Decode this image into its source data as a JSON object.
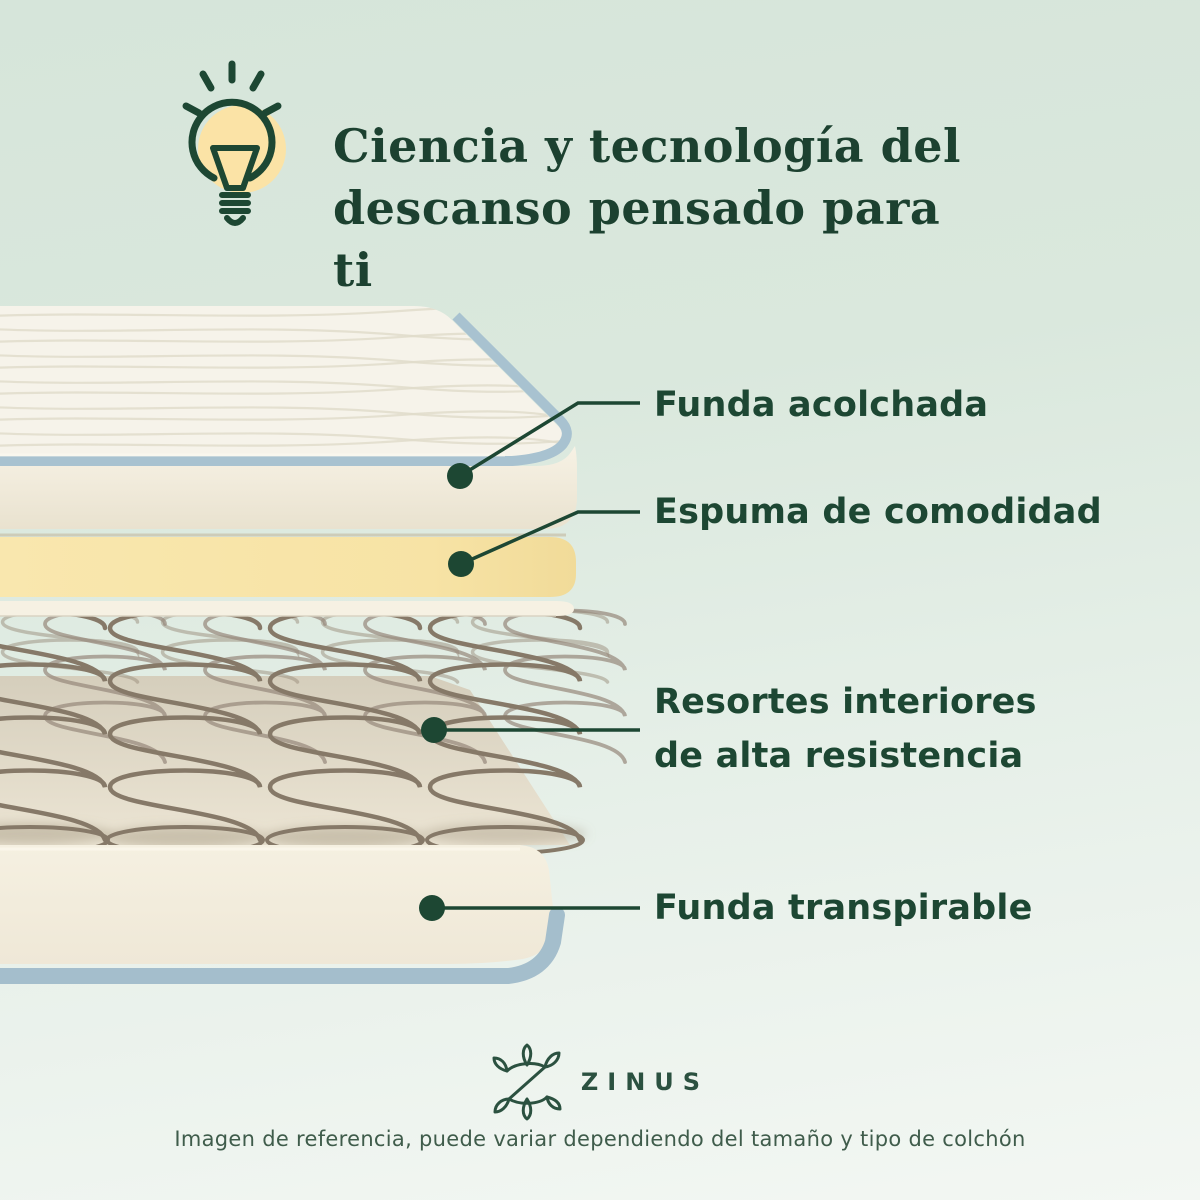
{
  "header": {
    "title": "Ciencia y tecnología del\ndescanso pensado para ti"
  },
  "callouts": [
    {
      "label": "Funda acolchada"
    },
    {
      "label": "Espuma de comodidad"
    },
    {
      "label": "Resortes interiores\nde alta resistencia"
    },
    {
      "label": "Funda transpirable"
    }
  ],
  "footer": {
    "brand": "ZINUS",
    "disclaimer": "Imagen de referencia, puede variar dependiendo del tamaño y tipo de colchón"
  },
  "colors": {
    "accent_green": "#1d4733",
    "title_green": "#1c4130",
    "bulb_yellow": "#fbe3a6",
    "piping_blue": "#a8c2d0",
    "cover_cream": "#f6f3ea",
    "foam_yellow": "#f8e5a9",
    "spring_wire": "#867968",
    "background_mint": "#d6e5da"
  }
}
